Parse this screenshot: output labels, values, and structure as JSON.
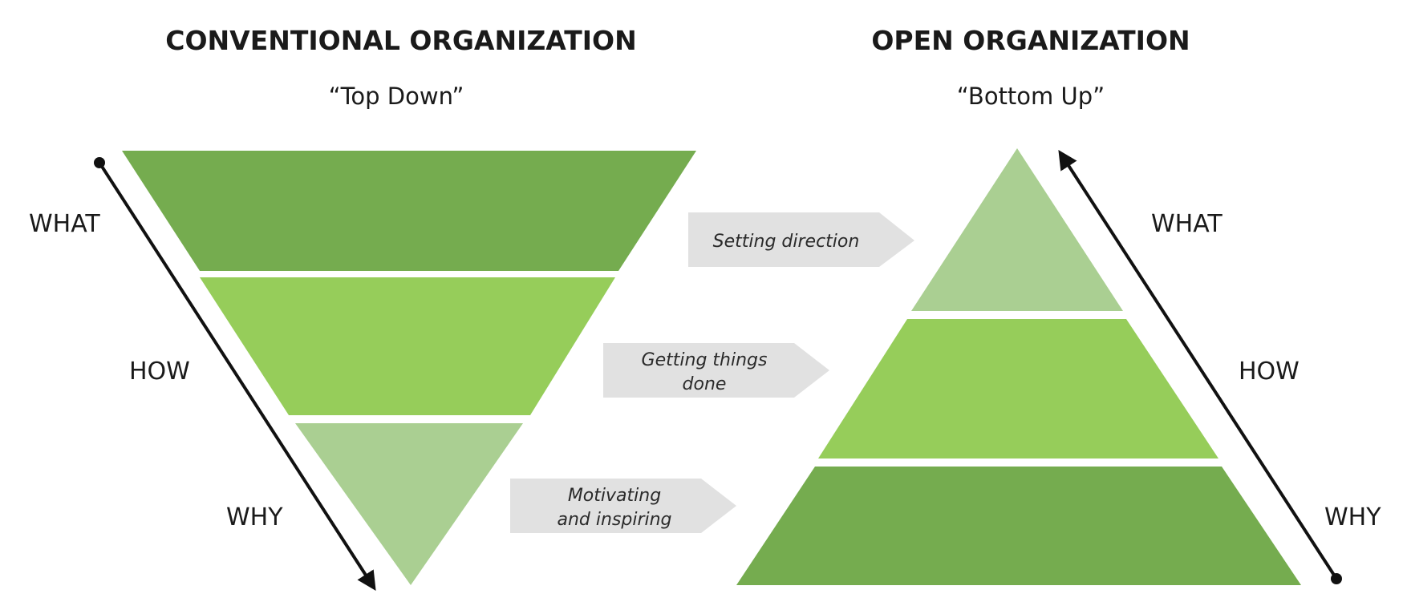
{
  "left": {
    "title": "CONVENTIONAL ORGANIZATION",
    "subtitle": "“Top Down”",
    "labels": {
      "what": "WHAT",
      "how": "HOW",
      "why": "WHY"
    }
  },
  "right": {
    "title": "OPEN ORGANIZATION",
    "subtitle": "“Bottom Up”",
    "labels": {
      "what": "WHAT",
      "how": "HOW",
      "why": "WHY"
    }
  },
  "arrows": [
    {
      "lines": [
        "Setting direction"
      ]
    },
    {
      "lines": [
        "Getting things",
        "done"
      ]
    },
    {
      "lines": [
        "Motivating",
        "and inspiring"
      ]
    }
  ],
  "colors": {
    "dark_green": "#75ac4f",
    "mid_green": "#96cd5a",
    "light_green": "#aacf92",
    "arrow_fill": "#e1e1e1",
    "line": "#111111"
  }
}
